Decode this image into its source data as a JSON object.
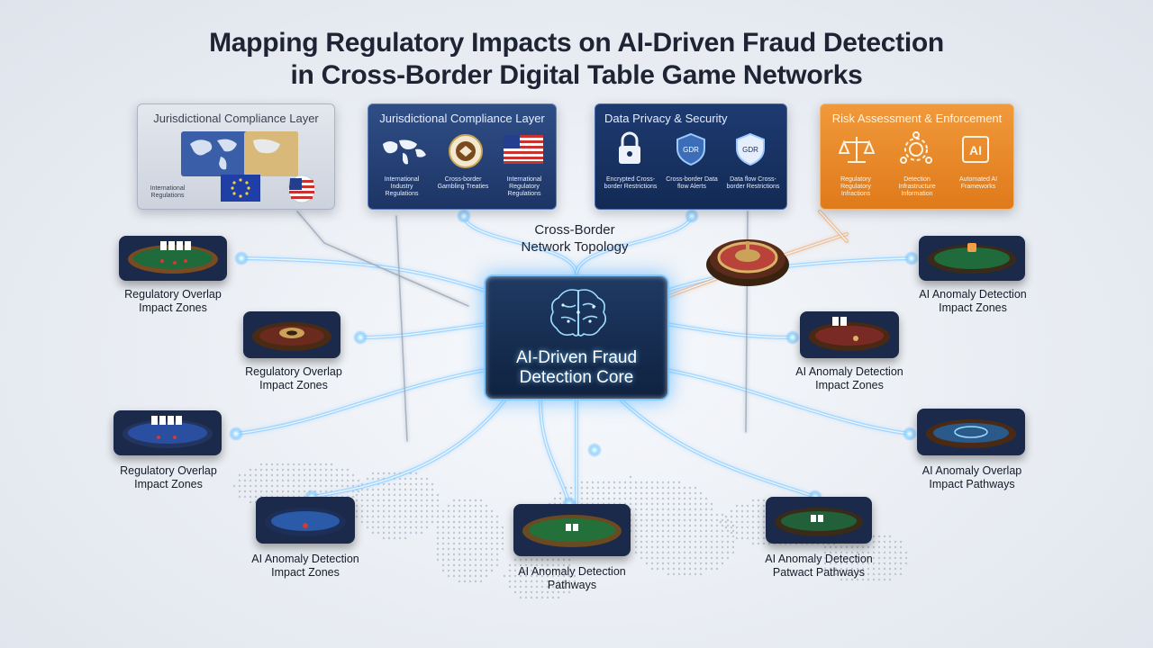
{
  "title": {
    "line1": "Mapping Regulatory Impacts on AI-Driven Fraud Detection",
    "line2": "in Cross-Border Digital Table Game Networks"
  },
  "panels": [
    {
      "title": "Jurisdictional Compliance Layer",
      "theme": "light",
      "color": "#d5dae3",
      "subs": [
        "International Regulations"
      ]
    },
    {
      "title": "Jurisdictional Compliance Layer",
      "theme": "blue",
      "color": "#2a4679",
      "subs": [
        "International Industry Regulations",
        "Cross-border Gambling Treaties",
        "International Regulatory Regulations"
      ]
    },
    {
      "title": "Data Privacy & Security",
      "theme": "navy",
      "color": "#17305f",
      "subs": [
        "Encrypted Cross-border Restrictions",
        "Cross-border Data flow Alerts",
        "Data flow Cross-border Restrictions"
      ]
    },
    {
      "title": "Risk Assessment & Enforcement",
      "theme": "orange",
      "color": "#ea8a2a",
      "subs": [
        "Regulatory Regulatory Infractions",
        "Detection Infrastructure Information",
        "Automated AI Frameworks"
      ]
    }
  ],
  "core": {
    "label_line1": "AI-Driven Fraud",
    "label_line2": "Detection Core",
    "glow_color": "#7fc7ff",
    "icon": "brain-icon"
  },
  "topology": {
    "line1": "Cross-Border",
    "line2": "Network Topology"
  },
  "nodes": [
    {
      "id": "left-1",
      "game": "poker",
      "felt": "#1f6b3c",
      "line1": "Regulatory Overlap",
      "line2": "Impact Zones"
    },
    {
      "id": "left-2",
      "game": "roulette",
      "felt": "#6b2a1e",
      "line1": "Regulatory Overlap",
      "line2": "Impact Zones"
    },
    {
      "id": "left-3",
      "game": "poker",
      "felt": "#2b4fa0",
      "line1": "Regulatory Overlap",
      "line2": "Impact Zones"
    },
    {
      "id": "bottom-1",
      "game": "blackjack",
      "felt": "#2b5aa8",
      "line1": "AI Anomaly Detection",
      "line2": "Impact Zones"
    },
    {
      "id": "bottom-2",
      "game": "blackjack",
      "felt": "#23703a",
      "line1": "AI Anomaly Detection",
      "line2": "Pathways"
    },
    {
      "id": "bottom-3",
      "game": "poker",
      "felt": "#22603a",
      "line1": "AI Anomaly Detection",
      "line2": "Patwact Pathways"
    },
    {
      "id": "right-top",
      "game": "roulette",
      "felt": "#5a2a1a",
      "line1": "",
      "line2": ""
    },
    {
      "id": "right-1",
      "game": "blackjack",
      "felt": "#1f6b3c",
      "line1": "AI Anomaly Detection",
      "line2": "Impact Zones"
    },
    {
      "id": "right-2",
      "game": "poker",
      "felt": "#7a2a25",
      "line1": "AI Anomaly Detection",
      "line2": "Impact Zones"
    },
    {
      "id": "right-3",
      "game": "roulette",
      "felt": "#2a5a8a",
      "line1": "AI Anomaly Overlap",
      "line2": "Impact Pathways"
    }
  ],
  "colors": {
    "link_glow": "#6fc3ff",
    "link_core": "#eaf6ff",
    "orange_link": "#f0a04a",
    "background": "#eef1f5"
  }
}
